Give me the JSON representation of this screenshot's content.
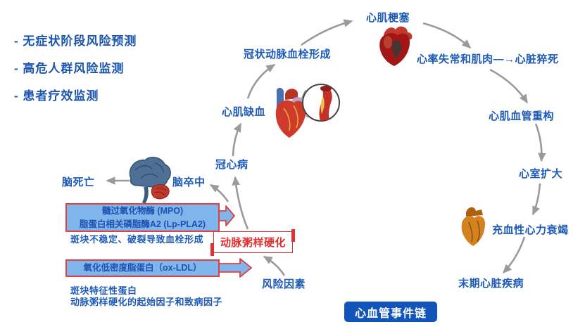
{
  "colors": {
    "label_blue": "#1E5BB8",
    "bullet_blue": "#1B55B0",
    "accent_red": "#E03030",
    "box_fill": "#7FB5EA",
    "box_border": "#E04040",
    "box_text": "#1D50B0",
    "badge_bg": "#1155BB",
    "badge_text": "#FFFFFF",
    "arrow_gray": "#9A9A9A"
  },
  "bullets": [
    "- 无症状阶段风险预测",
    "- 高危人群风险监测",
    "- 患者疗效监测"
  ],
  "nodes": {
    "myocardial_infarction": "心肌梗塞",
    "coronary_thrombosis": "冠状动脉血栓形成",
    "arrhythmia_sudden_death": "心率失常和肌肉—→心脏猝死",
    "myocardial_vascular_remodeling": "心肌血管重构",
    "ventricular_dilation": "心室扩大",
    "congestive_heart_failure": "充血性心力衰竭",
    "end_stage_heart_disease": "末期心脏疾病",
    "risk_factors": "风险因素",
    "atherosclerosis": "动脉粥样硬化",
    "coronary_heart_disease": "冠心病",
    "myocardial_ischemia": "心肌缺血",
    "stroke": "脑卒中",
    "brain_death": "脑死亡"
  },
  "biomarker_box_1": {
    "line1": "髓过氧化物酶 (MPO)",
    "line2": "脂蛋白相关磷脂酶A2 (Lp-PLA2)",
    "note": "斑块不稳定、破裂导致血栓形成"
  },
  "biomarker_box_2": {
    "line1": "氧化低密度脂蛋白（ox-LDL）",
    "note1": "斑块特征性蛋白",
    "note2": "动脉粥样硬化的起始因子和致病因子"
  },
  "footer_badge": {
    "label": "心血管事件链"
  },
  "icons": {
    "infarcted_heart": "infarcted-heart-image",
    "ischemic_heart": "ischemic-heart-image",
    "artery_plaque_magnifier": "artery-plaque-magnifier-icon",
    "brain": "brain-image",
    "failing_heart": "failing-heart-image"
  }
}
